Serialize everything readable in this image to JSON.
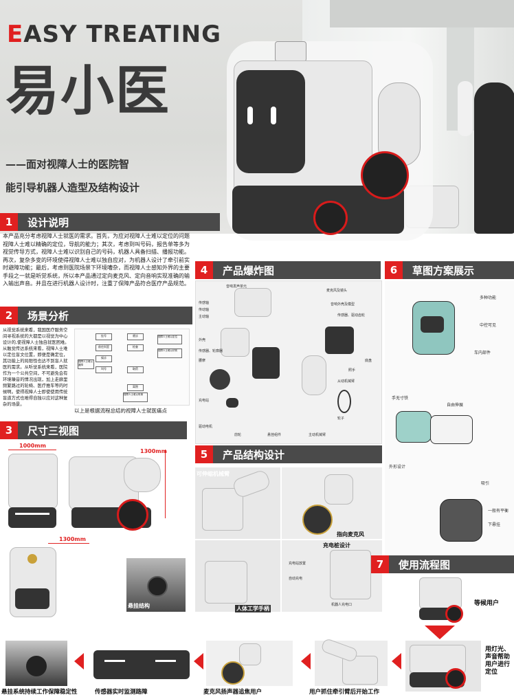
{
  "header": {
    "title_en_first": "E",
    "title_en_rest": "ASY TREATING",
    "title_cn": "易小医",
    "subtitle_line1": "——面对视障人士的医院智",
    "subtitle_line2": "能引导机器人造型及结构设计"
  },
  "sections": {
    "s1": {
      "num": "1",
      "title": "设计说明"
    },
    "s2": {
      "num": "2",
      "title": "场景分析"
    },
    "s3": {
      "num": "3",
      "title": "尺寸三视图"
    },
    "s4": {
      "num": "4",
      "title": "产品爆炸图"
    },
    "s5": {
      "num": "5",
      "title": "产品结构设计"
    },
    "s6": {
      "num": "6",
      "title": "草图方案展示"
    },
    "s7": {
      "num": "7",
      "title": "使用流程图"
    }
  },
  "design_text": "本产品充分考虑视障人士就医的需求。首先，为应对视障人士难以定位的问题视障人士难以精确的定位，导航的能力；其次，考虑到叫号码，报告单等多为视觉传导方式，视障人士难以识别自己的号码，机器人具备扫描、播报功能。再次，复杂多变的环境使得视障人士难以独自应对，为机器人设计了牵引前实时避障功能；最后，考虑到医院场景下环境嘈杂，而视障人士感知外界的主要手段之一就是听觉系统，所以本产品通过定向麦克风、定向音响实现准确的输入输出声音。并且在进行机器人设计时，注重了保障产品符合医疗产品规范。",
  "scene_text": "从视觉系统来看，我国医疗服务空间寻视系统的大都是以视觉为中心设计的,使视障人士独自就医困难。从触觉传达系统来看，视障人士难以定位盲文位置，即便是确定位，其功能上的局限性也达不到盲人就医的需求。从听觉系统来看，医院作为一个公共空间，不可避免会有环境噪音的情况出现，加上走廊里频繁路过的轮椅、医疗推车等的时候啊。使得视障人士即使使用传统盲道方式也难得自独以应对这种复杂的场景。",
  "scene_caption": "以上是根据流程总结的视障人士就医痛点",
  "flow_nodes": [
    "挂号",
    "前往科室",
    "候诊",
    "叫号",
    "就诊",
    "检查",
    "取药",
    "离院",
    "视障人士难以定位",
    "视障人士难以识别",
    "视障人士难以避障",
    "视障人士难以听清"
  ],
  "dimensions": {
    "width": "1000mm",
    "length": "1300mm",
    "height": "1300mm"
  },
  "explode_labels": [
    "音响发声单元",
    "麦克风及镜头",
    "传感轴",
    "传动轴",
    "主动轴",
    "外壳",
    "传感器、轮廓器",
    "腰摩",
    "音响外壳及模型",
    "传感器、驱动齿轮",
    "底盘",
    "照手",
    "从动机械臂",
    "驱动电机",
    "前轮",
    "悬挂组件",
    "主动机械臂",
    "轮子",
    "充电站"
  ],
  "structure_captions": {
    "arm": "可伸缩机械臂",
    "mic": "指向麦克风",
    "charge": "充电桩设计",
    "ergo": "人体工学手柄",
    "suspension": "悬挂结构"
  },
  "charge_labels": [
    "充电站放置",
    "自动充电",
    "机器人充电口"
  ],
  "sketch_notes": [
    "多种功能",
    "中控可见",
    "车内部件",
    "手无寸铁",
    "自由伸展",
    "外形设计",
    "吸引",
    "一般有平衡",
    "下悬挂"
  ],
  "flow_steps": {
    "s1": "等候用户",
    "s2": "用灯光、声音帮助用户进行定位",
    "s3": "用户抓住牵引臂后开始工作",
    "s4": "麦克风扬声器追焦用户",
    "s5": "传感器实时监测路障",
    "s6": "悬挂系统持续工作保障稳定性"
  },
  "colors": {
    "accent": "#e02020",
    "bar": "#4a4a4a",
    "robot_body": "#e9e9e9",
    "robot_dark": "#333333"
  }
}
